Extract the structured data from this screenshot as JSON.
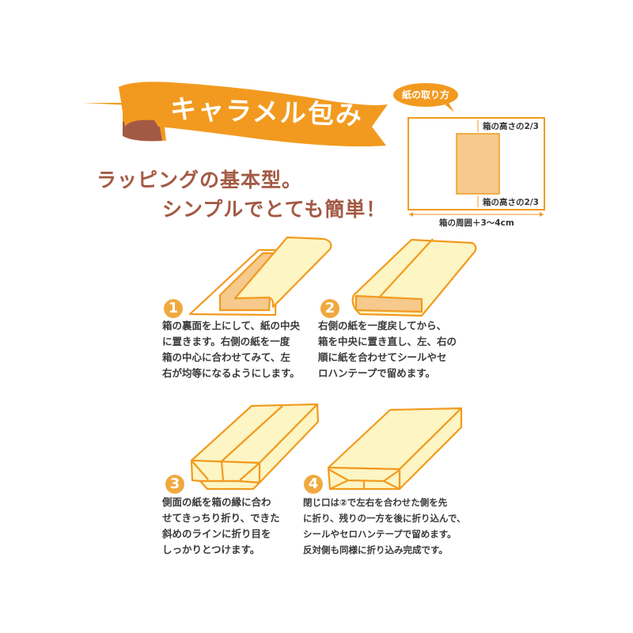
{
  "banner": {
    "title": "キャラメル包み"
  },
  "subtitle": {
    "line1": "ラッピングの基本型。",
    "line2": "シンプルでとても簡単！"
  },
  "paper_diagram": {
    "bubble_label": "紙の取り方",
    "top_margin_label": "箱の高さの2/3",
    "bottom_margin_label": "箱の高さの2/3",
    "width_label": "箱の周囲＋3～4cm"
  },
  "steps": [
    {
      "number": "1",
      "lines": [
        "箱の裏面を上にして、紙の中央",
        "に置きます。右側の紙を一度",
        "箱の中心に合わせてみて、左",
        "右が均等になるようにします。"
      ]
    },
    {
      "number": "2",
      "lines": [
        "右側の紙を一度戻してから、",
        "箱を中央に置き直し、左、右の",
        "順に紙を合わせてシールやセ",
        "ロハンテープで留めます。"
      ]
    },
    {
      "number": "3",
      "lines": [
        "側面の紙を箱の縁に合わ",
        "せてきっちり折り、できた",
        "斜めのラインに折り目を",
        "しっかりとつけます。"
      ]
    },
    {
      "number": "4",
      "lines": [
        "閉じ口は②で左右を合わせた側を先",
        "に折り、残りの一方を後に折り込んで、",
        "シールやセロハンテープで留めます。",
        "反対側も同様に折り込み完成です。"
      ]
    }
  ],
  "colors": {
    "orange": "#f29a1f",
    "brown": "#a35a44",
    "paper": "#fdf5c4",
    "box": "#f6c98c",
    "number": "#f0a93f"
  }
}
